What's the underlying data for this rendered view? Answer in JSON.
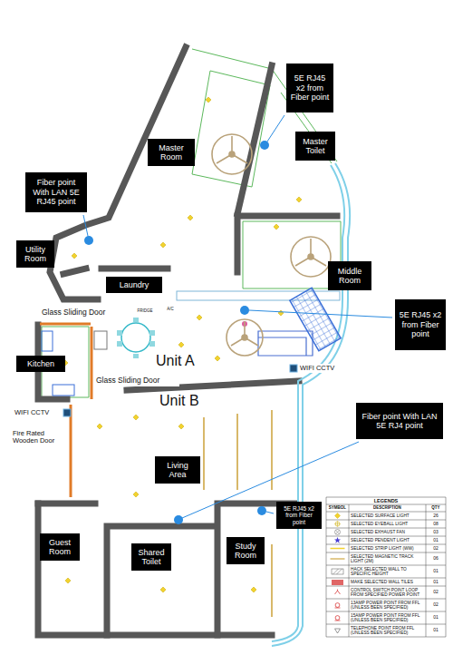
{
  "diagram": {
    "nodes": [
      {
        "text": [
          "5E RJ45 x2 from Fiber point"
        ]
      },
      {
        "text": [
          "Master Room"
        ]
      },
      {
        "text": [
          "Master Toilet"
        ]
      },
      {
        "text": [
          "Fiber point With LAN 5E RJ45 point"
        ]
      },
      {
        "text": [
          "Utility Room"
        ]
      },
      {
        "text": [
          "Middle Room"
        ]
      },
      {
        "text": [
          "Laundry"
        ]
      },
      {
        "text": [
          "5E RJ45 x2 from Fiber point"
        ]
      },
      {
        "text": [
          "Kitchen"
        ]
      },
      {
        "text": [
          "Fiber point With LAN 5E RJ4 point"
        ]
      },
      {
        "text": [
          "Living Area"
        ]
      },
      {
        "text": [
          "5E RJ45 x2 from Fiber point"
        ]
      },
      {
        "text": [
          "Guest Room"
        ]
      },
      {
        "text": [
          "Shared Toilet"
        ]
      },
      {
        "text": [
          "Study Room"
        ]
      }
    ],
    "labels": [
      "Glass Sliding Door",
      "FRIDGE",
      "A/C",
      "Unit A",
      "Glass Sliding Door",
      "WIFI CCTV",
      "Unit B",
      "WIFI CCTV",
      "Fire Rated Wooden Door",
      "LEGENDS",
      "SYMBOL",
      "DESCRIPTION",
      "QTY",
      "26",
      "08",
      "03",
      "01",
      "02",
      "06",
      "01",
      "01",
      "02",
      "02",
      "01",
      "01"
    ],
    "legend": [
      {
        "text": "SELECTED SURFACE LIGHT"
      },
      {
        "text": "SELECTED EYEBALL LIGHT"
      },
      {
        "text": "SELECTED EXHAUST FAN"
      },
      {
        "text": "SELECTED PENDENT LIGHT"
      },
      {
        "text": "SELECTED STRIP LIGHT (WW)"
      },
      {
        "text": "SELECTED MAGNETIC TRACK LIGHT (2M)"
      },
      {
        "text": "HACK SELECTED WALL TO SPECIFIC HEIGHT"
      },
      {
        "text": "MAKE SELECTED WALL TILES",
        "color": "#e06666"
      },
      {
        "text": "CONTROL SWITCH POINT LOOP FROM SPECIFIED POWER POINT"
      },
      {
        "text": "13AMP POWER POINT FROM FFL (UNLESS BEEN SPECIFIED)"
      },
      {
        "text": "15AMP POWER POINT FROM FFL (UNLESS BEEN SPECIFIED)"
      },
      {
        "text": "TELEPHONE POINT FROM FFL (UNLESS BEEN SPECIFIED)"
      }
    ]
  }
}
